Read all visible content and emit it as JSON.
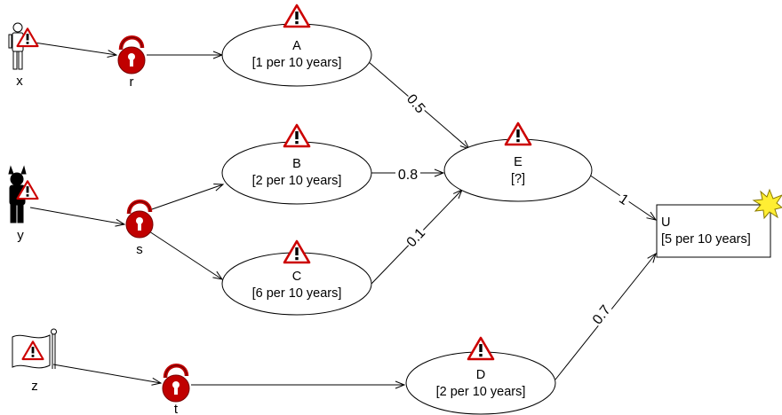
{
  "threat_agents": [
    {
      "id": "x",
      "label": "x",
      "kind": "person"
    },
    {
      "id": "y",
      "label": "y",
      "kind": "devil"
    },
    {
      "id": "z",
      "label": "z",
      "kind": "flag"
    }
  ],
  "vulnerabilities": [
    {
      "id": "r",
      "label": "r"
    },
    {
      "id": "s",
      "label": "s"
    },
    {
      "id": "t",
      "label": "t"
    }
  ],
  "threat_scenarios": [
    {
      "id": "A",
      "name": "A",
      "likelihood": "[1 per 10 years]"
    },
    {
      "id": "B",
      "name": "B",
      "likelihood": "[2 per 10 years]"
    },
    {
      "id": "C",
      "name": "C",
      "likelihood": "[6 per 10 years]"
    },
    {
      "id": "D",
      "name": "D",
      "likelihood": "[2 per 10 years]"
    },
    {
      "id": "E",
      "name": "E",
      "likelihood": "[?]"
    }
  ],
  "unwanted_incident": {
    "id": "U",
    "name": "U",
    "likelihood": "[5 per 10 years]"
  },
  "edges": [
    {
      "from": "x",
      "to": "r",
      "label": ""
    },
    {
      "from": "r",
      "to": "A",
      "label": ""
    },
    {
      "from": "y",
      "to": "s",
      "label": ""
    },
    {
      "from": "s",
      "to": "B",
      "label": ""
    },
    {
      "from": "s",
      "to": "C",
      "label": ""
    },
    {
      "from": "z",
      "to": "t",
      "label": ""
    },
    {
      "from": "t",
      "to": "D",
      "label": ""
    },
    {
      "from": "A",
      "to": "E",
      "label": "0.5"
    },
    {
      "from": "B",
      "to": "E",
      "label": "0.8"
    },
    {
      "from": "C",
      "to": "E",
      "label": "0.1"
    },
    {
      "from": "E",
      "to": "U",
      "label": "1"
    },
    {
      "from": "D",
      "to": "U",
      "label": "0.7"
    }
  ],
  "colors": {
    "warning": "#cc0000",
    "lock": "#c00000",
    "explosion": "#ffee33"
  }
}
